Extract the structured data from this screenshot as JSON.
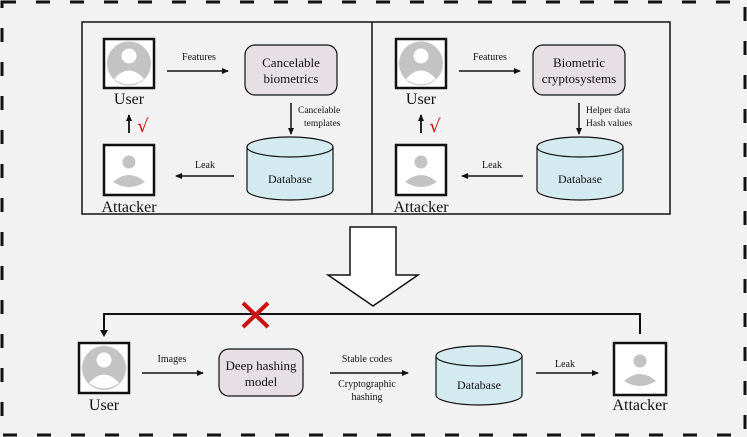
{
  "colors": {
    "background": "#f2f2f2",
    "process_box_fill": "#e6dfe3",
    "database_fill": "#d3eaf1",
    "avatar_gray": "#c3c3c3",
    "check_red": "#cc1111",
    "cross_red": "#cc1111"
  },
  "top_left_panel": {
    "user_label": "User",
    "attacker_label": "Attacker",
    "features_label": "Features",
    "process_line1": "Cancelable",
    "process_line2": "biometrics",
    "store_line1": "Cancelable",
    "store_line2": "templates",
    "database_label": "Database",
    "leak_label": "Leak",
    "check_mark": "√"
  },
  "top_right_panel": {
    "user_label": "User",
    "attacker_label": "Attacker",
    "features_label": "Features",
    "process_line1": "Biometric",
    "process_line2": "cryptosystems",
    "store_line1": "Helper data",
    "store_line2": "Hash values",
    "database_label": "Database",
    "leak_label": "Leak",
    "check_mark": "√"
  },
  "bottom_panel": {
    "user_label": "User",
    "attacker_label": "Attacker",
    "images_label": "Images",
    "process_line1": "Deep hashing",
    "process_line2": "model",
    "codes_label_top": "Stable codes",
    "codes_label_bottom1": "Cryptographic",
    "codes_label_bottom2": "hashing",
    "database_label": "Database",
    "leak_label": "Leak",
    "cross_mark": "✕"
  }
}
